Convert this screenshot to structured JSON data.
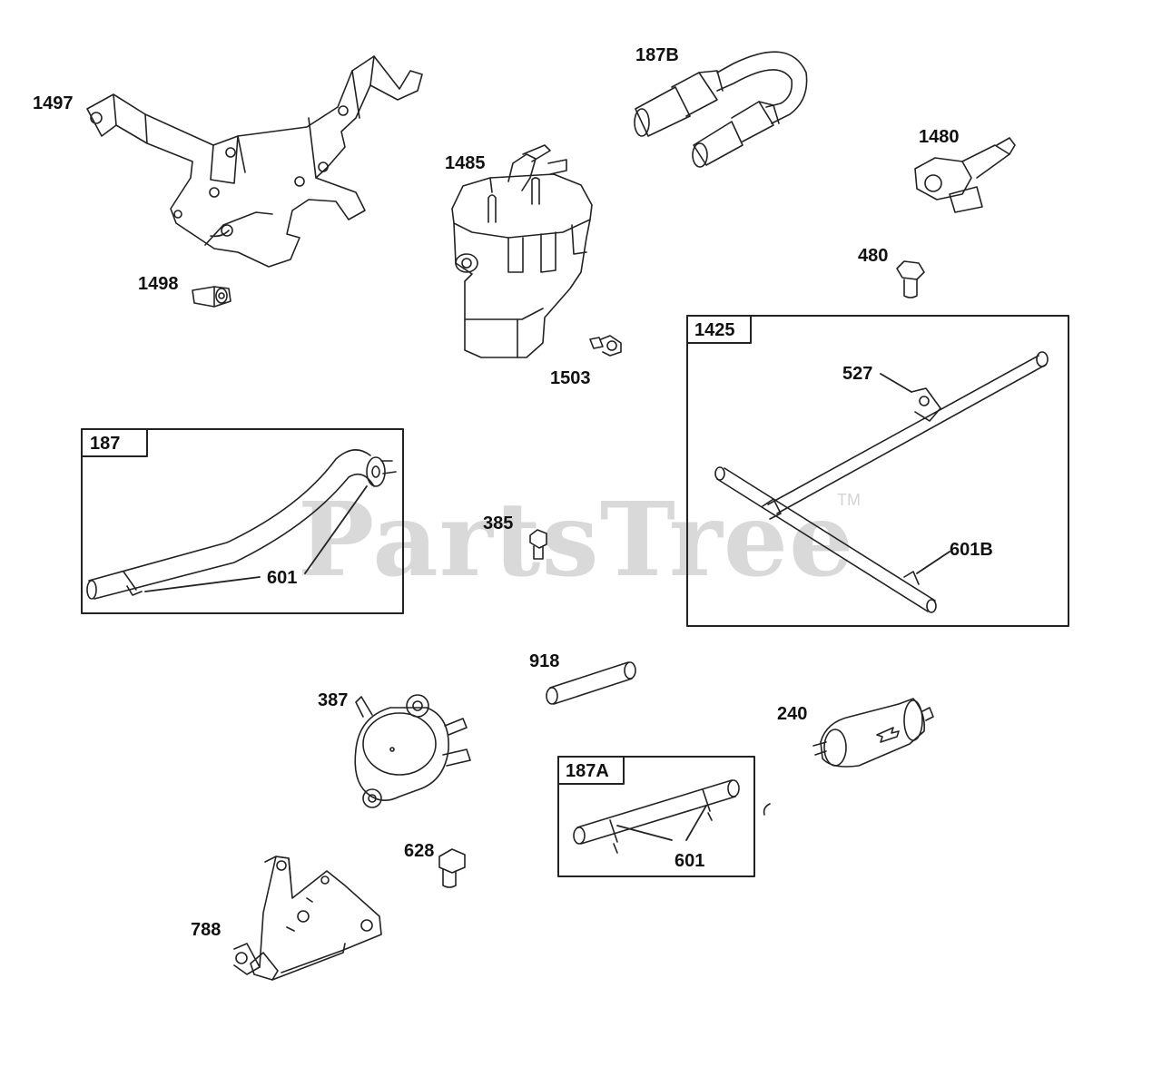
{
  "watermark": {
    "text": "PartsTree",
    "tm": "TM"
  },
  "boxes": {
    "b187": "187",
    "b1425": "1425",
    "b187a": "187A"
  },
  "labels": {
    "l1497": "1497",
    "l1498": "1498",
    "l1485": "1485",
    "l187b": "187B",
    "l1480": "1480",
    "l480": "480",
    "l1503": "1503",
    "l527": "527",
    "l601b": "601B",
    "l385": "385",
    "l601a": "601",
    "l918": "918",
    "l387": "387",
    "l240": "240",
    "l628": "628",
    "l601c": "601",
    "l788": "788"
  }
}
